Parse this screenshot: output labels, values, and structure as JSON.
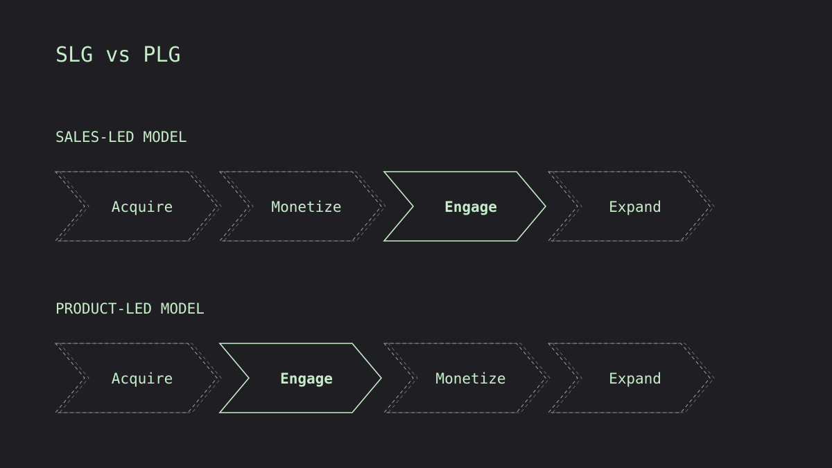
{
  "title": "SLG vs PLG",
  "colors": {
    "background": "#1f1f23",
    "accent": "#c6ecc9",
    "dashed": "#9fa3a6"
  },
  "models": [
    {
      "label": "SALES-LED MODEL",
      "stages": [
        {
          "label": "Acquire",
          "highlighted": false
        },
        {
          "label": "Monetize",
          "highlighted": false
        },
        {
          "label": "Engage",
          "highlighted": true
        },
        {
          "label": "Expand",
          "highlighted": false
        }
      ]
    },
    {
      "label": "PRODUCT-LED MODEL",
      "stages": [
        {
          "label": "Acquire",
          "highlighted": false
        },
        {
          "label": "Engage",
          "highlighted": true
        },
        {
          "label": "Monetize",
          "highlighted": false
        },
        {
          "label": "Expand",
          "highlighted": false
        }
      ]
    }
  ]
}
